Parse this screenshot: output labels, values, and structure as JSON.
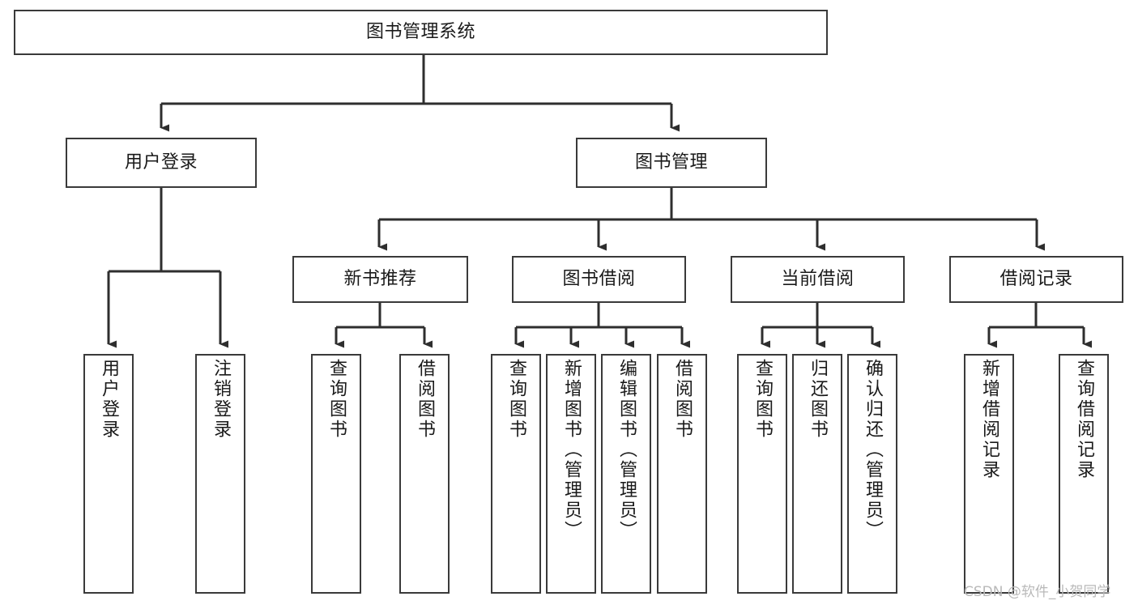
{
  "diagram": {
    "title_text": "图书管理系统",
    "type": "tree-hierarchy-chart",
    "orientation": "top-down",
    "stroke_color": "#3a3a3a",
    "fill_color": "#ffffff",
    "text_color": "#1a1a1a"
  },
  "nodes": {
    "root": {
      "label": "图书管理系统"
    },
    "level2": [
      {
        "label": "用户登录"
      },
      {
        "label": "图书管理"
      }
    ],
    "level3": [
      {
        "label": "新书推荐"
      },
      {
        "label": "图书借阅"
      },
      {
        "label": "当前借阅"
      },
      {
        "label": "借阅记录"
      }
    ],
    "leaves": {
      "user_login": [
        {
          "label": "用户登录"
        },
        {
          "label": "注销登录"
        }
      ],
      "new_book_recommend": [
        {
          "label": "查询图书"
        },
        {
          "label": "借阅图书"
        }
      ],
      "book_borrow": [
        {
          "label": "查询图书"
        },
        {
          "label": "新增图书（管理员）"
        },
        {
          "label": "编辑图书（管理员）"
        },
        {
          "label": "借阅图书"
        }
      ],
      "current_borrow": [
        {
          "label": "查询图书"
        },
        {
          "label": "归还图书"
        },
        {
          "label": "确认归还（管理员）"
        }
      ],
      "borrow_record": [
        {
          "label": "新增借阅记录"
        },
        {
          "label": "查询借阅记录"
        }
      ]
    }
  },
  "watermark": {
    "text": "CSDN @软件_小贺同学"
  }
}
